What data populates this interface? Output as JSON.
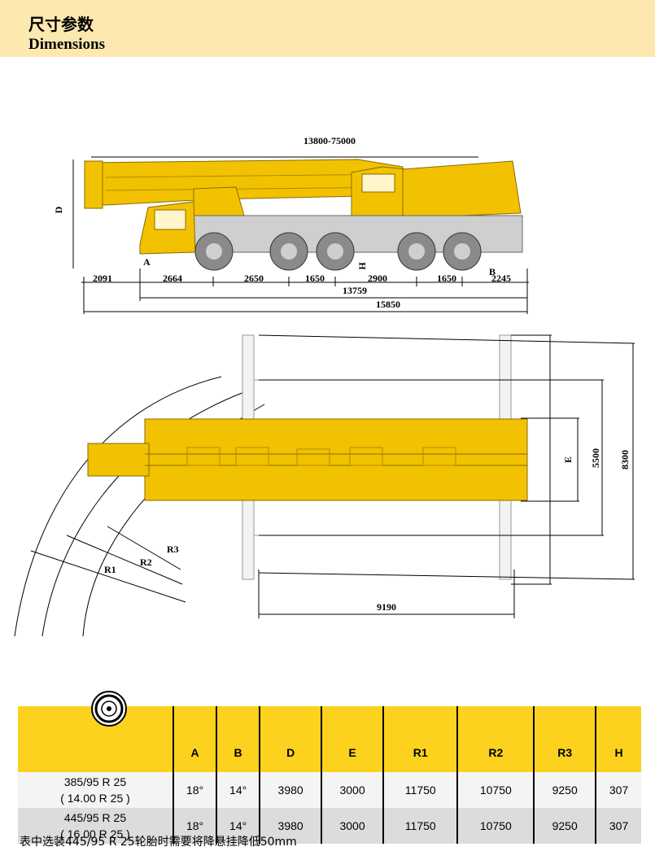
{
  "header": {
    "title_zh": "尺寸参数",
    "title_en": "Dimensions"
  },
  "side_view": {
    "boom_length": "13800-75000",
    "label_D": "D",
    "label_A": "A",
    "label_B": "B",
    "label_H": "H",
    "segments": [
      "2091",
      "2664",
      "2650",
      "1650",
      "2900",
      "1650",
      "2245"
    ],
    "chassis_length": "13759",
    "overall_length": "15850"
  },
  "top_view": {
    "label_E": "E",
    "width_5500": "5500",
    "width_8300": "8300",
    "outrigger_span": "9190",
    "label_R1": "R1",
    "label_R2": "R2",
    "label_R3": "R3"
  },
  "table": {
    "tire_icon": "tire-icon",
    "headers": [
      "A",
      "B",
      "D",
      "E",
      "R1",
      "R2",
      "R3",
      "H"
    ],
    "rows": [
      {
        "tire_line1": "385/95 R 25",
        "tire_line2": "( 14.00 R 25 )",
        "values": [
          "18°",
          "14°",
          "3980",
          "3000",
          "11750",
          "10750",
          "9250",
          "307"
        ]
      },
      {
        "tire_line1": "445/95 R 25",
        "tire_line2": "( 16.00 R 25 )",
        "values": [
          "18°",
          "14°",
          "3980",
          "3000",
          "11750",
          "10750",
          "9250",
          "307"
        ]
      }
    ]
  },
  "note": "表中选装445/95 R 25轮胎时需要将降悬挂降低50mm",
  "colors": {
    "crane_yellow": "#f2c200",
    "header_band": "#fde9b0",
    "table_header": "#fcd21e"
  }
}
